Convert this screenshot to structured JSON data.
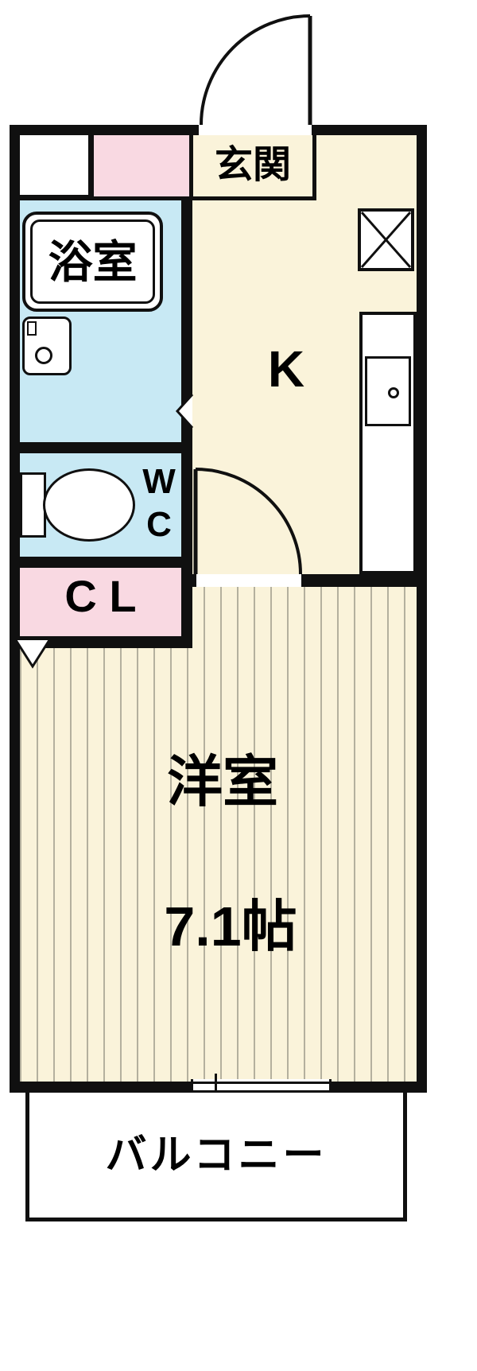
{
  "floor_plan": {
    "rooms": {
      "entrance": {
        "label": "玄関"
      },
      "bathroom": {
        "label": "浴室"
      },
      "toilet": {
        "label_line1": "W",
        "label_line2": "C"
      },
      "closet": {
        "label": "C L"
      },
      "kitchen": {
        "label": "K"
      },
      "western_room": {
        "label": "洋室",
        "size": "7.1帖"
      },
      "balcony": {
        "label": "バルコニー"
      }
    },
    "colors": {
      "wall": "#101010",
      "cream": "#faf3da",
      "blue": "#c8e9f4",
      "pink": "#f9d9e2",
      "stripe": "#b4b09e",
      "white": "#ffffff"
    },
    "icons": [
      "entrance-door-arc",
      "bathtub-icon",
      "washbasin-icon",
      "toilet-icon",
      "gas-stove-icon",
      "kitchen-counter",
      "kitchen-sink",
      "room-door-arc",
      "bath-door-chevron-icon",
      "closet-door-chevron-icon",
      "window-symbol"
    ]
  }
}
